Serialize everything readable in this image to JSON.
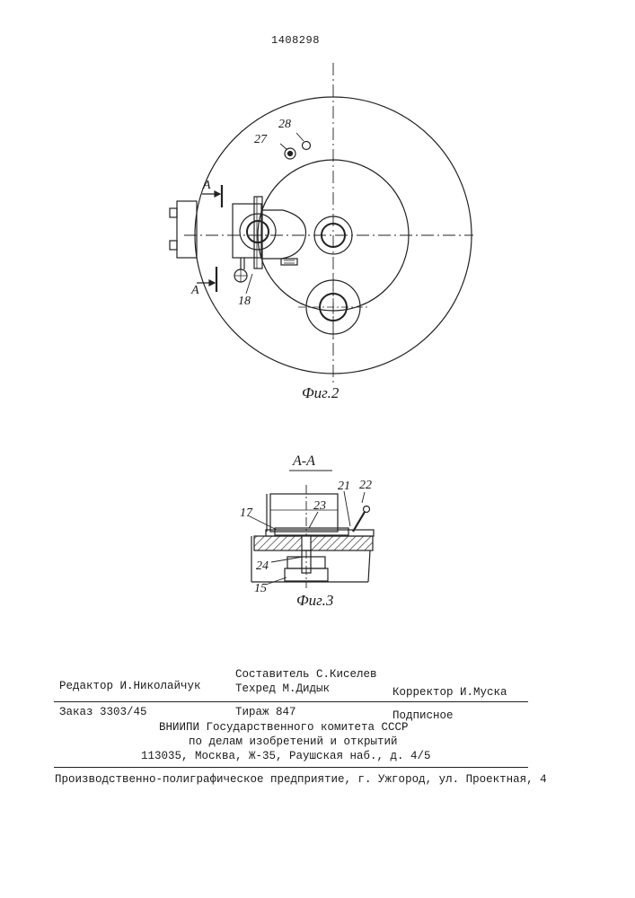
{
  "patent_number": "1408298",
  "figure2": {
    "caption": "Фиг.2",
    "section_marks": [
      "A",
      "A"
    ],
    "part_labels": [
      "27",
      "28",
      "18"
    ]
  },
  "figure3": {
    "section_title": "А-А",
    "caption": "Фиг.3",
    "part_labels": [
      "21",
      "22",
      "17",
      "23",
      "24",
      "15"
    ]
  },
  "imprint": {
    "editor": "Редактор И.Николайчук",
    "compiler": "Составитель С.Киселев",
    "techred": "Техред М.Дидык",
    "corrector": "Корректор И.Муска",
    "order": "Заказ 3303/45",
    "circulation": "Тираж 847",
    "subscription": "Подписное",
    "org_line1": "ВНИИПИ Государственного комитета СССР",
    "org_line2": "по делам изобретений и открытий",
    "org_line3": "113035, Москва, Ж-35, Раушская наб., д. 4/5",
    "printer": "Производственно-полиграфическое предприятие, г. Ужгород, ул. Проектная, 4"
  }
}
